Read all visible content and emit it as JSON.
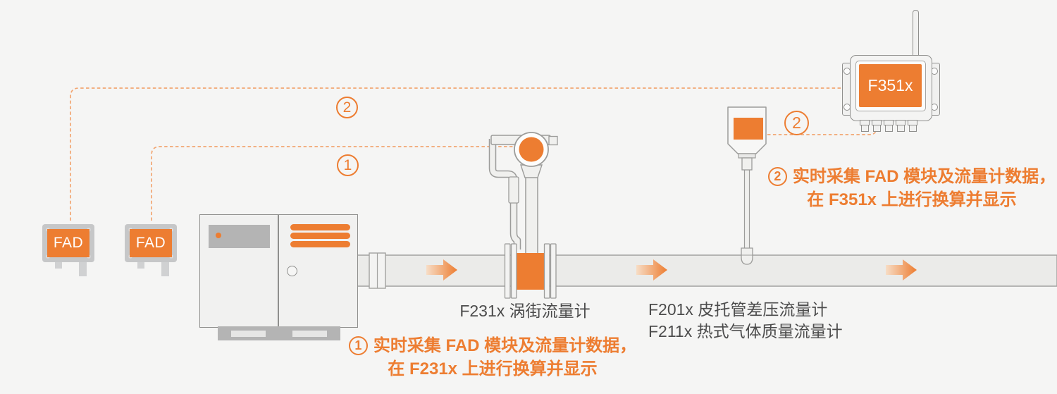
{
  "colors": {
    "accent": "#ed7d31",
    "background": "#f5f5f4",
    "dashed_line": "#f2a672",
    "outline_gray": "#8f8f8d",
    "label_text": "#4c4c4c"
  },
  "fad_modules": [
    {
      "label": "FAD"
    },
    {
      "label": "FAD"
    }
  ],
  "display_unit": {
    "label": "F351x"
  },
  "flowmeter_labels": {
    "vortex": "F231x 涡街流量计",
    "pitot": "F201x 皮托管差压流量计",
    "thermal": "F211x 热式气体质量流量计"
  },
  "markers": {
    "top_route": "2",
    "middle_route": "1",
    "sensor_route": "2"
  },
  "notes": {
    "note1": {
      "num": "1",
      "line1": "实时采集 FAD 模块及流量计数据，",
      "line2": "在 F231x 上进行换算并显示"
    },
    "note2": {
      "num": "2",
      "line1": "实时采集 FAD 模块及流量计数据，",
      "line2": "在 F351x 上进行换算并显示"
    }
  }
}
